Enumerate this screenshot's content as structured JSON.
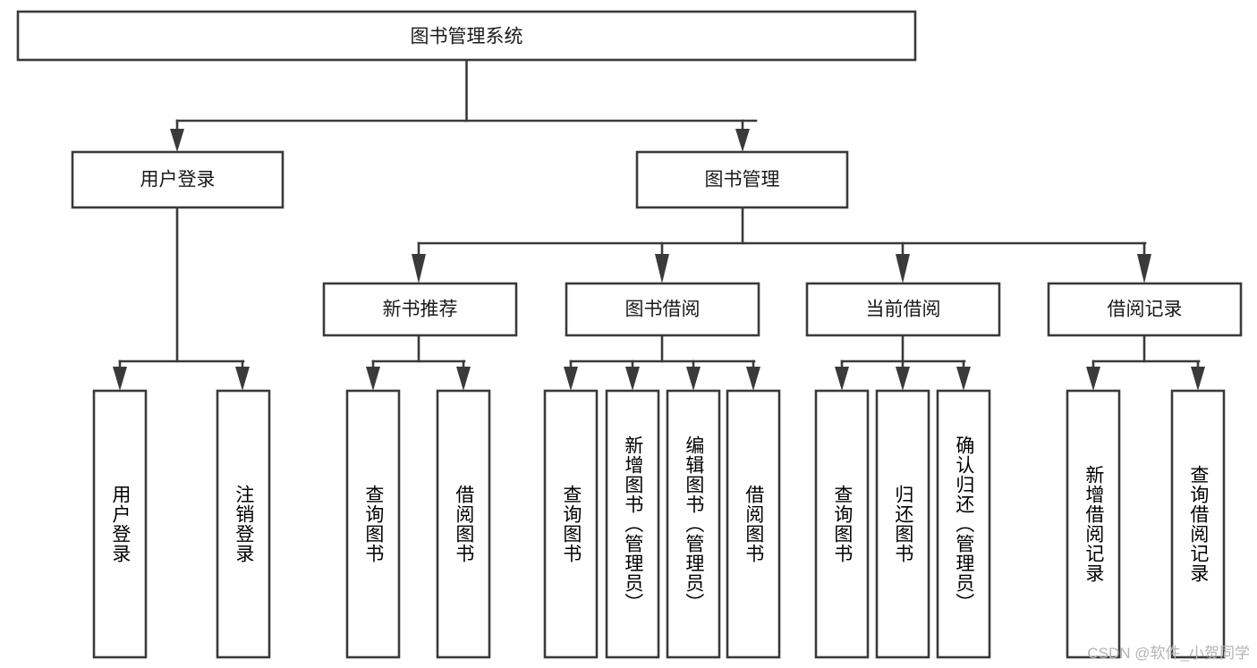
{
  "diagram": {
    "title": "图书管理系统",
    "type": "tree-hierarchy",
    "watermark": "CSDN @软件_小贺同学",
    "colors": {
      "stroke": "#3a3a3a",
      "fill": "#ffffff",
      "text": "#1a1a1a",
      "watermark": "#b4b4b4"
    },
    "root": {
      "label": "图书管理系统"
    },
    "level2": [
      {
        "label": "用户登录"
      },
      {
        "label": "图书管理"
      }
    ],
    "level3": [
      {
        "label": "新书推荐"
      },
      {
        "label": "图书借阅"
      },
      {
        "label": "当前借阅"
      },
      {
        "label": "借阅记录"
      }
    ],
    "leaves": {
      "user_login": [
        {
          "label": "用户登录"
        },
        {
          "label": "注销登录"
        }
      ],
      "new_book": [
        {
          "label": "查询图书"
        },
        {
          "label": "借阅图书"
        }
      ],
      "book_borrow": [
        {
          "label": "查询图书"
        },
        {
          "label": "新增图书（管理员）"
        },
        {
          "label": "编辑图书（管理员）"
        },
        {
          "label": "借阅图书"
        }
      ],
      "current_borrow": [
        {
          "label": "查询图书"
        },
        {
          "label": "归还图书"
        },
        {
          "label": "确认归还（管理员）"
        }
      ],
      "borrow_record": [
        {
          "label": "新增借阅记录"
        },
        {
          "label": "查询借阅记录"
        }
      ]
    }
  }
}
